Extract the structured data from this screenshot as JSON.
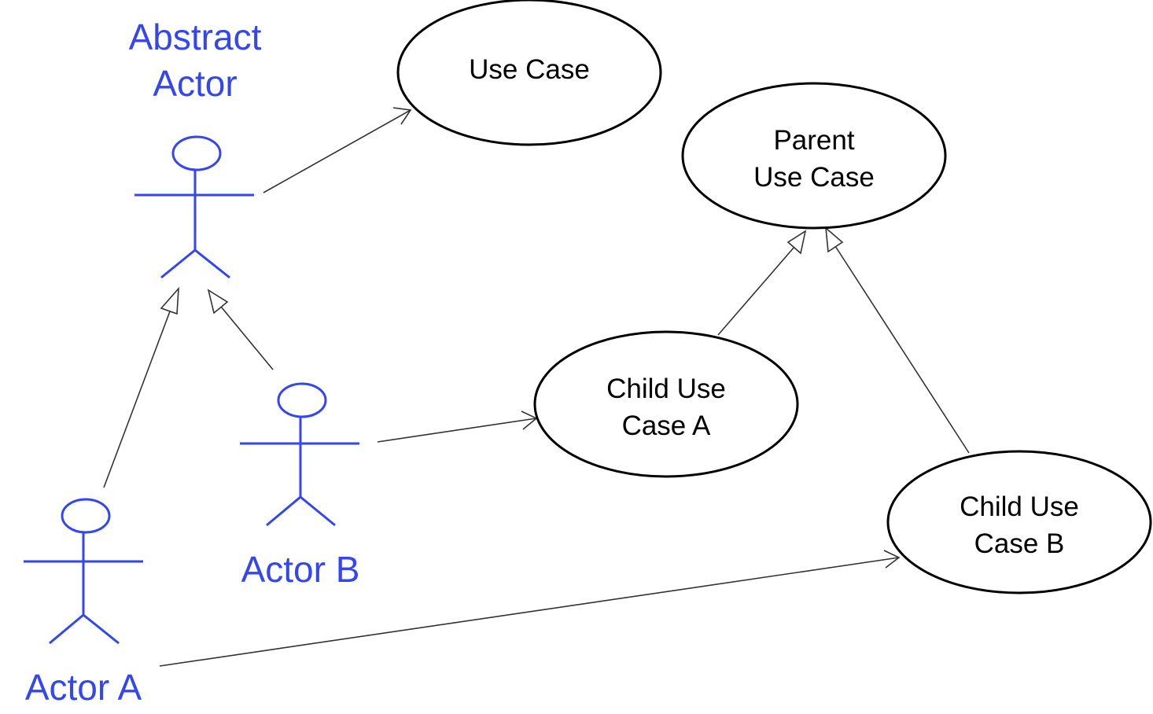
{
  "colors": {
    "actor": "#3346f0",
    "use_case_outline": "#000000",
    "connector": "#333333",
    "background": "#ffffff"
  },
  "actors": {
    "abstract": {
      "line1": "Abstract",
      "line2": "Actor"
    },
    "actor_a": {
      "label": "Actor A"
    },
    "actor_b": {
      "label": "Actor B"
    }
  },
  "use_cases": {
    "use_case": {
      "line1": "Use Case"
    },
    "parent": {
      "line1": "Parent",
      "line2": "Use Case"
    },
    "child_a": {
      "line1": "Child Use",
      "line2": "Case A"
    },
    "child_b": {
      "line1": "Child Use",
      "line2": "Case B"
    }
  },
  "relationships": [
    {
      "type": "association",
      "from": "Abstract Actor",
      "to": "Use Case"
    },
    {
      "type": "association",
      "from": "Actor B",
      "to": "Child Use Case A"
    },
    {
      "type": "association",
      "from": "Actor A",
      "to": "Child Use Case B"
    },
    {
      "type": "generalization",
      "from": "Actor A",
      "to": "Abstract Actor"
    },
    {
      "type": "generalization",
      "from": "Actor B",
      "to": "Abstract Actor"
    },
    {
      "type": "generalization",
      "from": "Child Use Case A",
      "to": "Parent Use Case"
    },
    {
      "type": "generalization",
      "from": "Child Use Case B",
      "to": "Parent Use Case"
    }
  ]
}
